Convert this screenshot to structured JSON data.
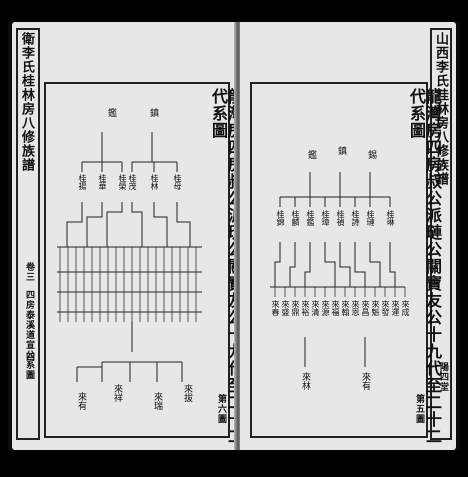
{
  "left_page": {
    "margin_title": "衛李氏桂林房八修族譜",
    "margin_volume": "卷三",
    "margin_section": "四房泰溪道宣公系圖",
    "margin_page": "四",
    "heading": "龍灣房四房叔公派璉公關寶友公十九代至二十二代系圖",
    "page_marker": "第六圖",
    "top_names": [
      "鑑",
      "鎮"
    ],
    "gen2_names": [
      "桂揚",
      "桂華",
      "桂榮",
      "桂茂",
      "桂林",
      "桂母"
    ],
    "bottom_names": [
      "來有",
      "來祥",
      "來瑞",
      "來拔"
    ]
  },
  "right_page": {
    "margin_title": "山西李氏桂林房八修族譜",
    "margin_page": "陽四堂",
    "heading": "龍灣房四房叔公派璉公關寶友公十九代至二十二代系圖",
    "page_marker": "第五圖",
    "top_names": [
      "鑑",
      "鎮",
      "錫"
    ],
    "gen2_names": [
      "桂錦",
      "桂麟",
      "桂鑑",
      "桂璋",
      "桂禎",
      "桂詩",
      "桂璉",
      "桂琳"
    ],
    "gen3_names": [
      "來春",
      "來盛",
      "來鼎",
      "來裕",
      "來清",
      "來源",
      "來福",
      "來翰",
      "來恩",
      "來昌",
      "來魁",
      "來發",
      "來運",
      "來成"
    ],
    "bottom_names": [
      "來林",
      "來有"
    ]
  }
}
